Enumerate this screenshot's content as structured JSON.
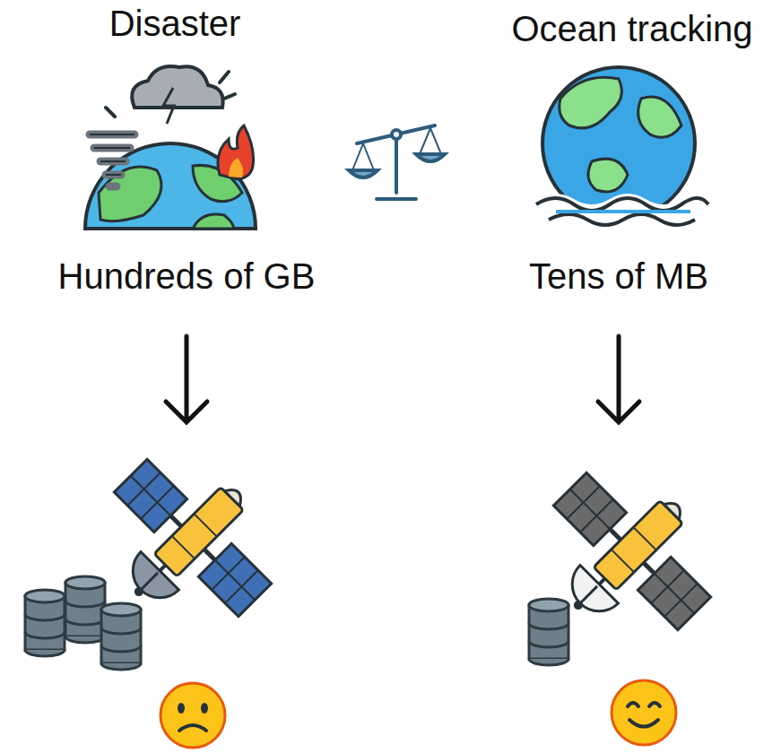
{
  "diagram": {
    "labels": [
      "Disaster",
      "Ocean tracking",
      "Hundreds of GB",
      "Tens of MB"
    ]
  }
}
